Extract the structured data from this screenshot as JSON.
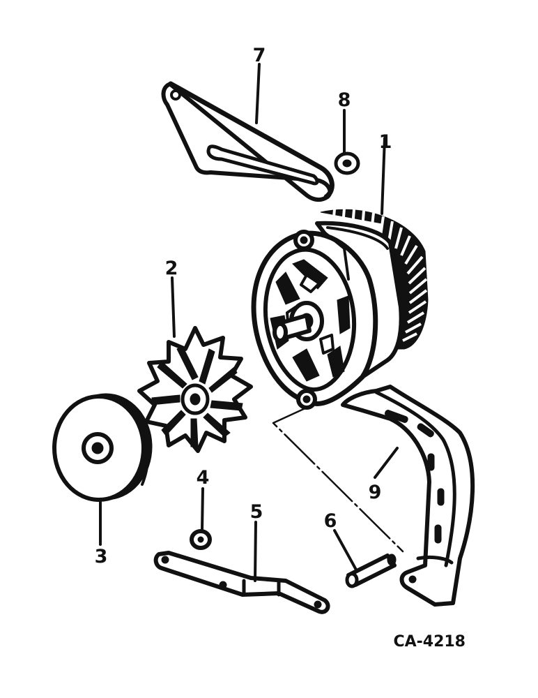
{
  "drawing_code": "CA-4218",
  "callouts": {
    "c1": "1",
    "c2": "2",
    "c3": "3",
    "c4": "4",
    "c5": "5",
    "c6": "6",
    "c7": "7",
    "c8": "8",
    "c9": "9"
  },
  "colors": {
    "ink": "#111111",
    "paper": "#ffffff"
  }
}
